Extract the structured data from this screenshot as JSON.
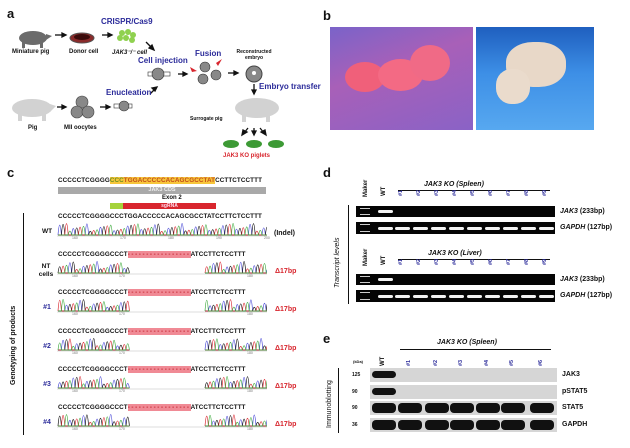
{
  "panels": {
    "a": "a",
    "b": "b",
    "c": "c",
    "d": "d",
    "e": "e"
  },
  "panel_a": {
    "miniature_pig": "Miniature pig",
    "donor_cell": "Donor cell",
    "crispr": "CRISPR/Cas9",
    "jak3_cell": "JAK3⁻/⁻ cell",
    "cell_injection": "Cell injection",
    "fusion": "Fusion",
    "reconstructed_embryo_1": "Reconstructed",
    "reconstructed_embryo_2": "embryo",
    "embryo_transfer": "Embryo transfer",
    "enucleation": "Enucleation",
    "pig": "Pig",
    "mii_oocytes": "MII oocytes",
    "surrogate_pig": "Surrogate pig",
    "ko_piglets": "JAK3 KO piglets",
    "colors": {
      "gray_pig": "#6b6b6b",
      "light_pig": "#cfcfcf",
      "green": "#3d9a35",
      "blue_text": "#2b2b9a",
      "red_text": "#d8262e"
    }
  },
  "panel_c": {
    "ref_seq_pre": "CCCCCTCGGGG",
    "ref_seq_pam": "CCC",
    "ref_seq_target": "TGGACCCCCACAGCGCCTAT",
    "ref_seq_post": "CCTTCTCCTTT",
    "cds_label": "JAK3 CDS",
    "exon_label": "Exon 2",
    "sgrna_label": "sgRNA",
    "axis_label": "Genotyping of products",
    "rows": [
      {
        "label": "WT",
        "seq": "CCCCCTCGGGGCCCTGGACCCCCACAGCGCCTATCCTTCTCCTTT",
        "result": "(Indel)",
        "deleted": false,
        "ticks": [
          "160",
          "170",
          "180",
          "190",
          "200"
        ]
      },
      {
        "label": "NT cells",
        "seq_left": "CCCCCTCGGGGCCCT",
        "deletion": "-----------------",
        "seq_right": "ATCCTTCTCCTTT",
        "result": "Δ17bp",
        "deleted": true,
        "ticks": [
          "160",
          "170",
          "180"
        ]
      },
      {
        "label": "#1",
        "seq_left": "CCCCCTCGGGGCCCT",
        "deletion": "-----------------",
        "seq_right": "ATCCTTCTCCTTT",
        "result": "Δ17bp",
        "deleted": true,
        "ticks": [
          "160",
          "170",
          "180"
        ]
      },
      {
        "label": "#2",
        "seq_left": "CCCCCTCGGGGCCCT",
        "deletion": "-----------------",
        "seq_right": "ATCCTTCTCCTTT",
        "result": "Δ17bp",
        "deleted": true,
        "ticks": [
          "160",
          "170",
          "180"
        ]
      },
      {
        "label": "#3",
        "seq_left": "CCCCCTCGGGGCCCT",
        "deletion": "-----------------",
        "seq_right": "ATCCTTCTCCTTT",
        "result": "Δ17bp",
        "deleted": true,
        "ticks": [
          "160",
          "170",
          "180"
        ]
      },
      {
        "label": "#4",
        "seq_left": "CCCCCTCGGGGCCCT",
        "deletion": "-----------------",
        "seq_right": "ATCCTTCTCCTTT",
        "result": "Δ17bp",
        "deleted": true,
        "ticks": [
          "160",
          "170",
          "180"
        ]
      }
    ]
  },
  "panel_d": {
    "axis_label": "Transcript levels",
    "marker": "Maker",
    "wt": "WT",
    "lanes": [
      "#1",
      "#2",
      "#3",
      "#4",
      "#5",
      "#6",
      "#7",
      "#8",
      "#9"
    ],
    "spleen_title": "JAK3 KO (Spleen)",
    "liver_title": "JAK3 KO (Liver)",
    "jak3_label": "JAK3",
    "jak3_size": "(233bp)",
    "gapdh_label": "GAPDH",
    "gapdh_size": "(127bp)",
    "jak3_band_present": [
      true,
      false,
      false,
      false,
      false,
      false,
      false,
      false,
      false,
      false
    ],
    "gapdh_band_present": [
      true,
      true,
      true,
      true,
      true,
      true,
      true,
      true,
      true,
      true
    ]
  },
  "panel_e": {
    "axis_label": "Immunoblotting",
    "kda": "(kDa)",
    "wt": "WT",
    "title": "JAK3 KO (Spleen)",
    "lanes": [
      "#1",
      "#2",
      "#3",
      "#4",
      "#5",
      "#6"
    ],
    "blots": [
      {
        "name": "JAK3",
        "mw": "125",
        "present": [
          true,
          false,
          false,
          false,
          false,
          false,
          false
        ]
      },
      {
        "name": "pSTAT5",
        "mw": "90",
        "present": [
          true,
          false,
          false,
          false,
          false,
          false,
          false
        ]
      },
      {
        "name": "STAT5",
        "mw": "90",
        "present": [
          true,
          true,
          true,
          true,
          true,
          true,
          true
        ]
      },
      {
        "name": "GAPDH",
        "mw": "36",
        "present": [
          true,
          true,
          true,
          true,
          true,
          true,
          true
        ]
      }
    ]
  }
}
